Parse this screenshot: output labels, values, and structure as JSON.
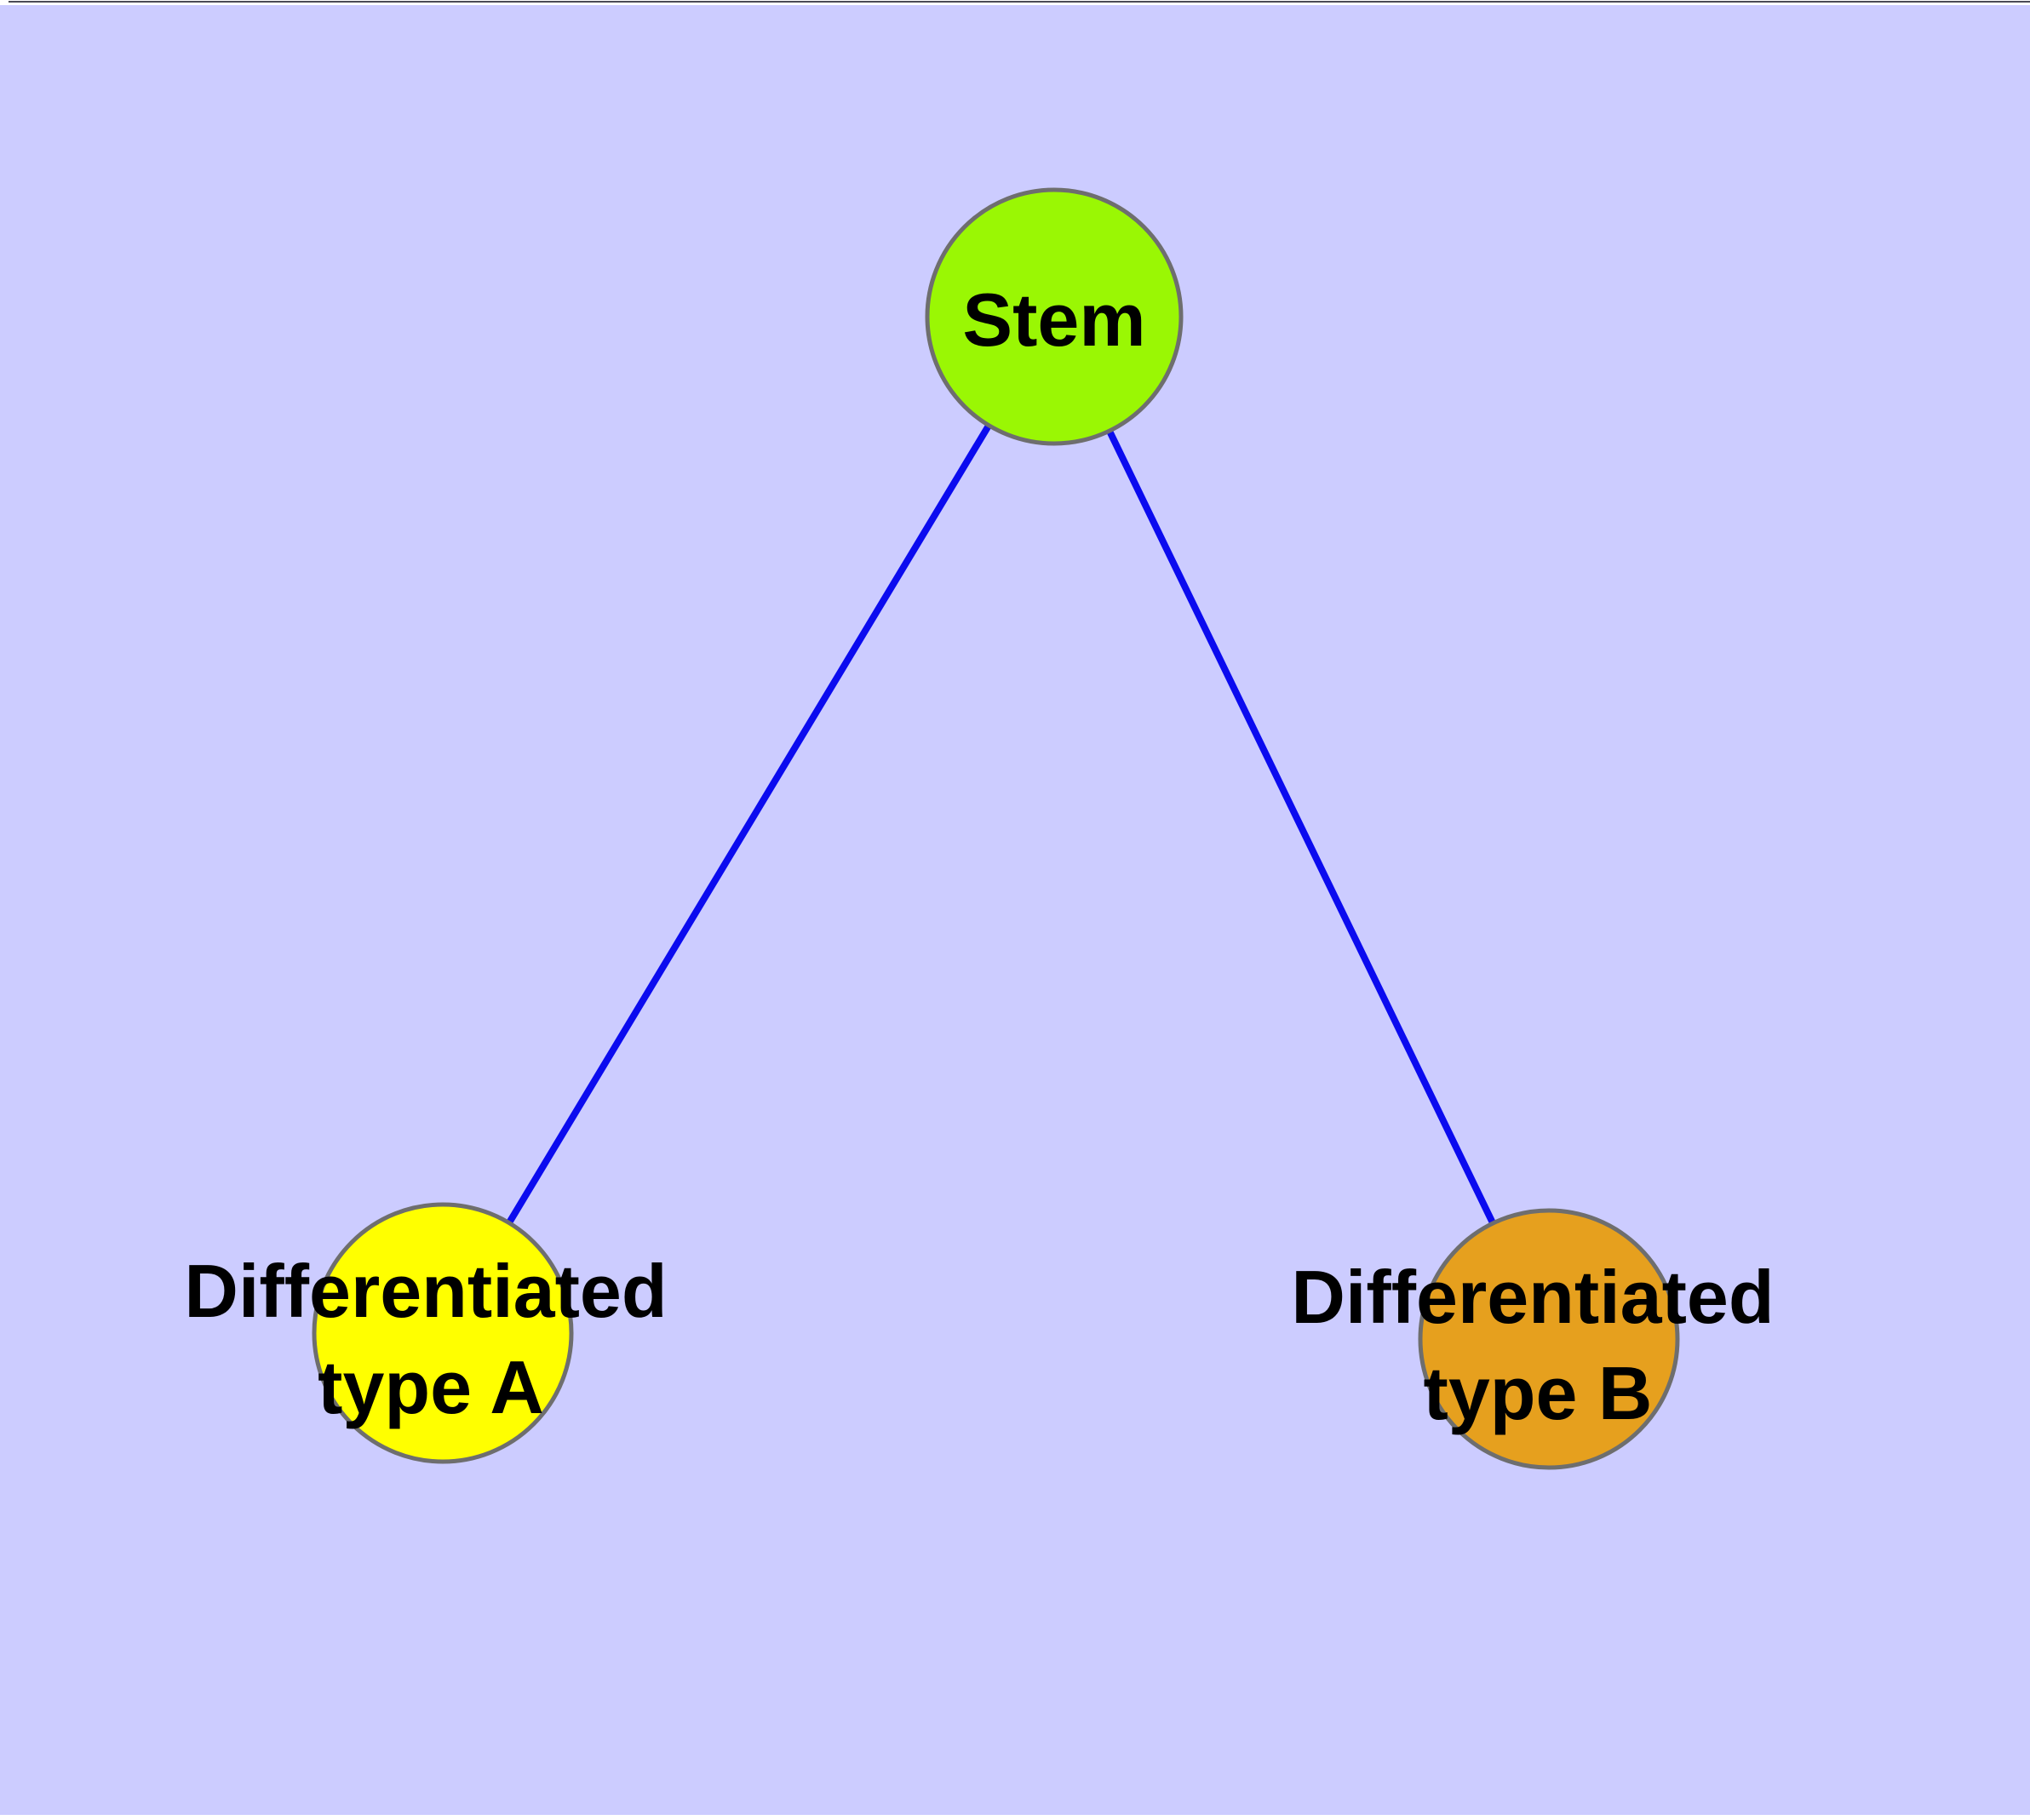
{
  "canvas": {
    "background": "#CCCCFF",
    "margin_color": "#FFFFFF",
    "top_hairline_color": "#4A4A55"
  },
  "style": {
    "node_border": "#6E6E6E",
    "label_color": "#000000"
  },
  "nodes": {
    "stem": {
      "label": "Stem",
      "fill": "#9AF704"
    },
    "typeA": {
      "line1": "Differentiated",
      "line2": "type A",
      "full_label": "Differentiated type A",
      "fill": "#FFFF00"
    },
    "typeB": {
      "line1": "Differentiated",
      "line2": "type B",
      "full_label": "Differentiated type B",
      "fill": "#E6A01E"
    }
  },
  "edges": {
    "color": "#0B0BEF",
    "items": [
      {
        "from": "Stem",
        "to": "Differentiated type A"
      },
      {
        "from": "Stem",
        "to": "Differentiated type B"
      }
    ]
  }
}
